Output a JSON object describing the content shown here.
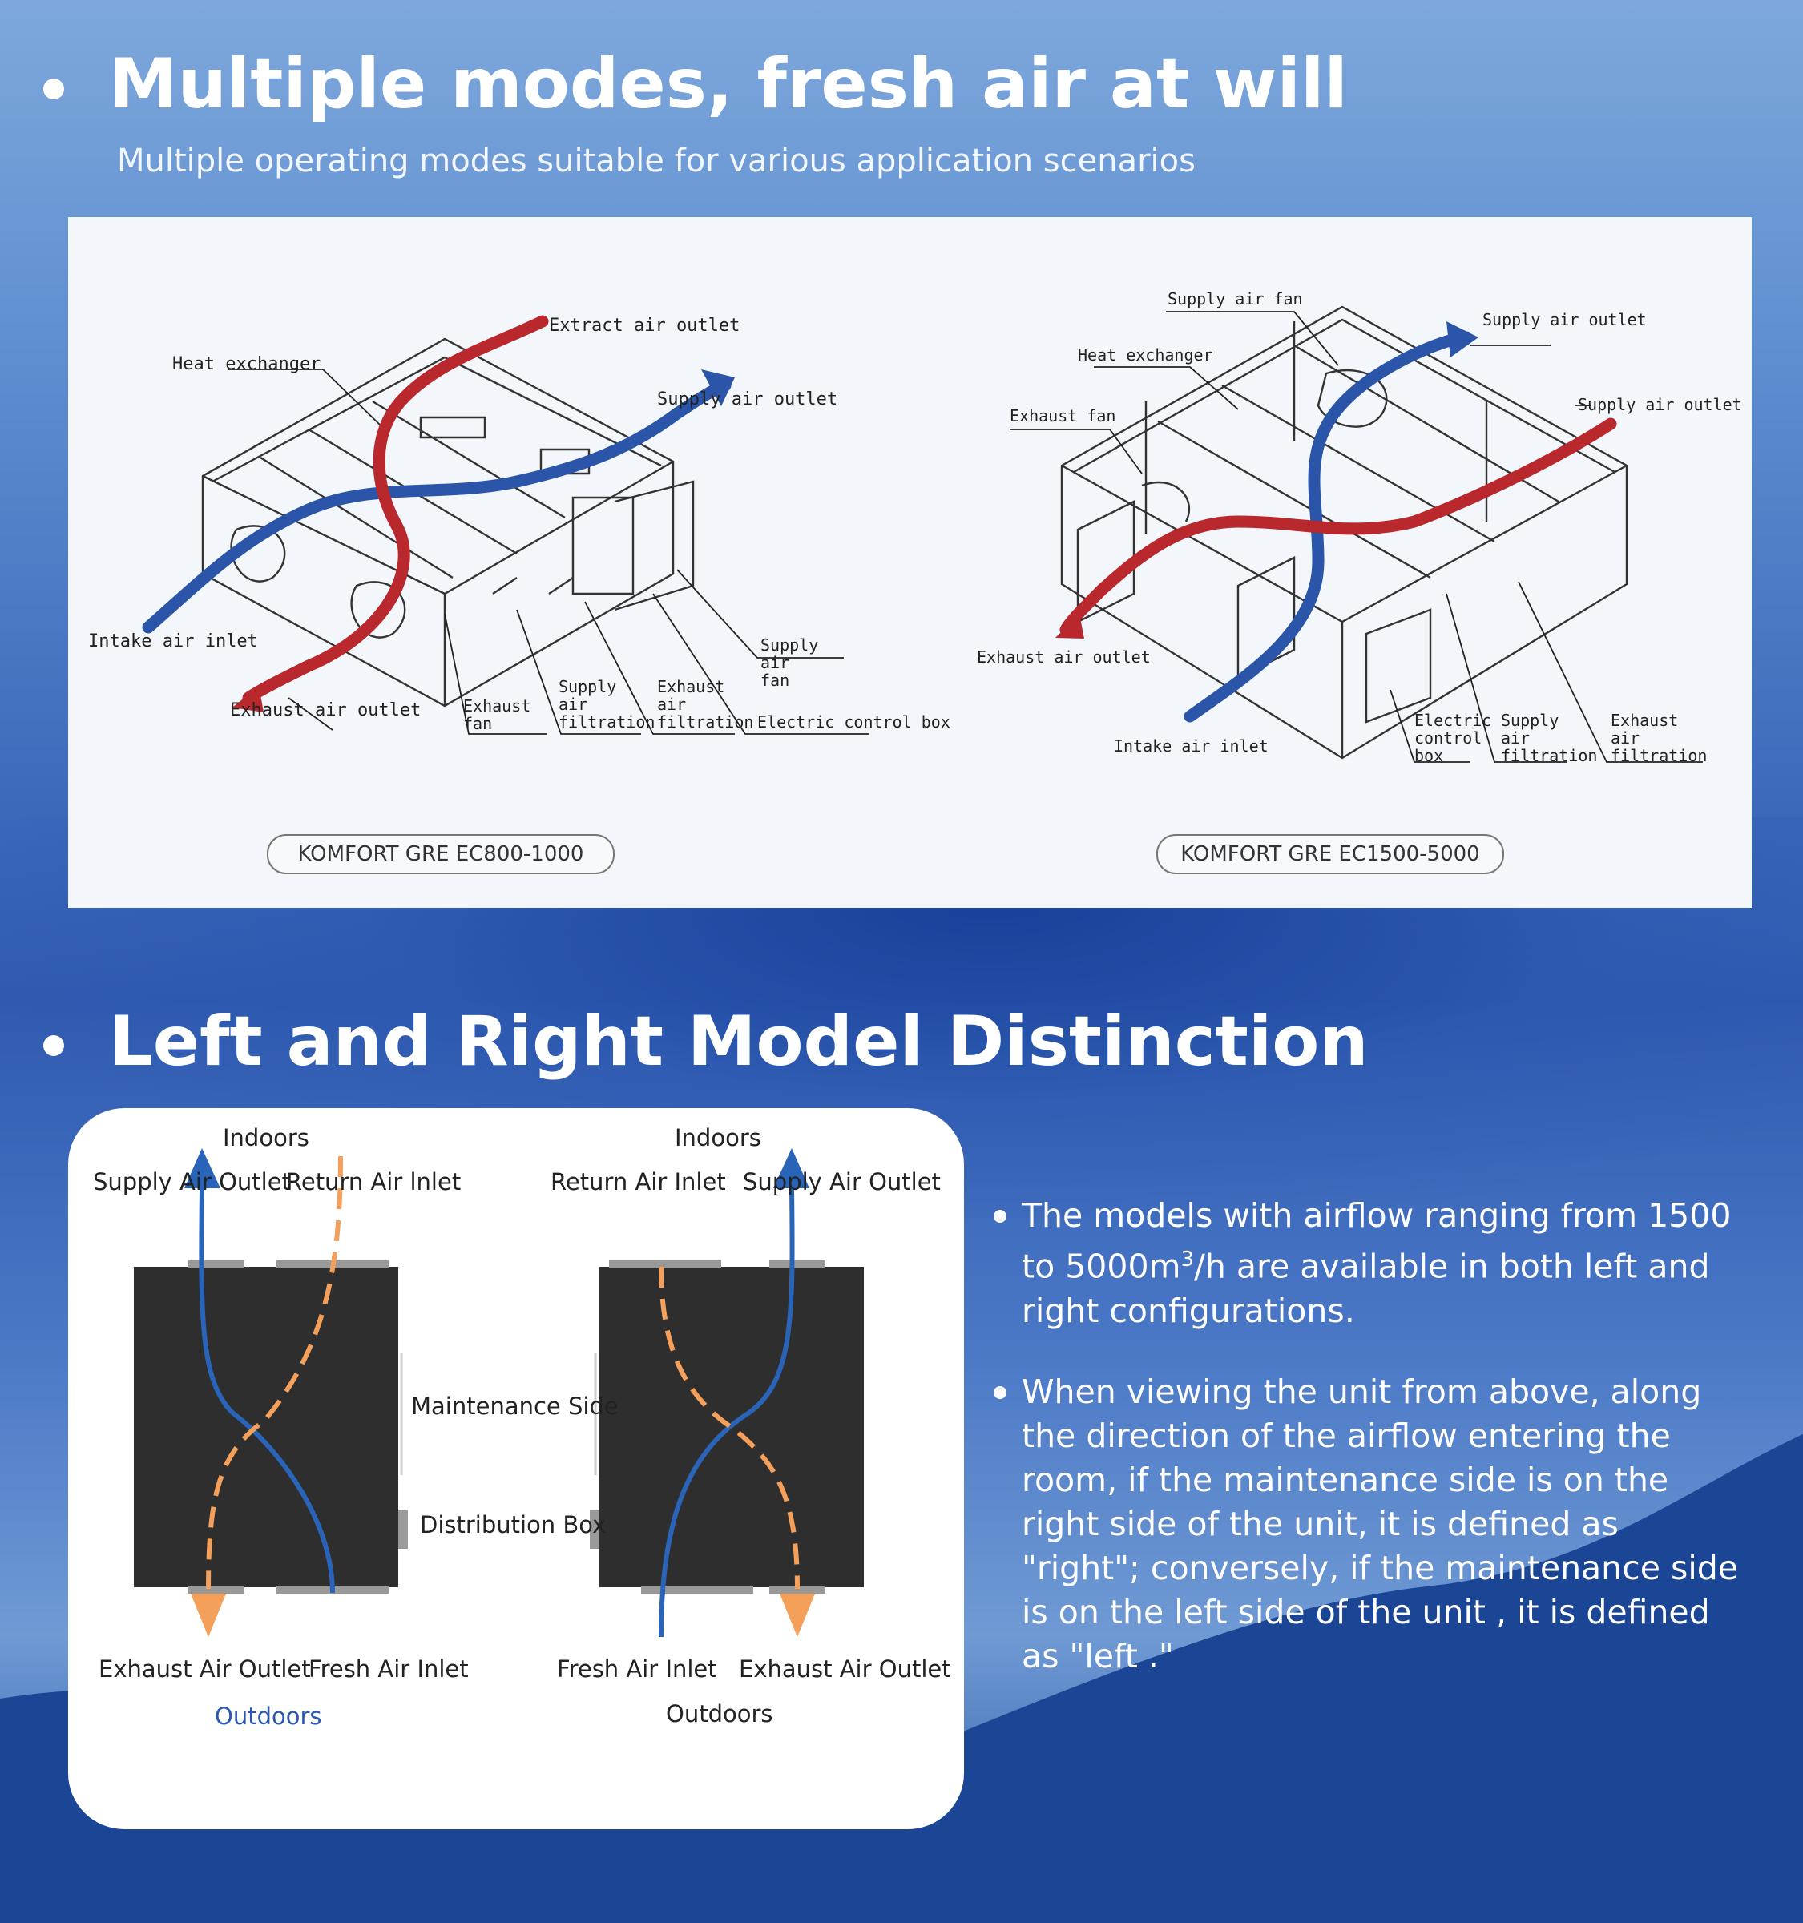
{
  "section1": {
    "title": "Multiple modes, fresh air at will",
    "subtitle": "Multiple operating modes suitable for various application scenarios"
  },
  "diagram_left": {
    "labels": {
      "heat_exchanger": "Heat exchanger",
      "extract_air_outlet": "Extract air outlet",
      "supply_air_outlet": "Supply air outlet",
      "intake_air_inlet": "Intake air inlet",
      "exhaust_air_outlet": "Exhaust air outlet",
      "exhaust_fan_1": "Exhaust",
      "exhaust_fan_2": "fan",
      "supply_air_filtration_1": "Supply",
      "supply_air_filtration_2": "air",
      "supply_air_filtration_3": "filtration",
      "exhaust_air_filtration_1": "Exhaust",
      "exhaust_air_filtration_2": "air",
      "exhaust_air_filtration_3": "filtration",
      "supply_air_fan_1": "Supply",
      "supply_air_fan_2": "air",
      "supply_air_fan_3": "fan",
      "electric_control_box": "Electric control box"
    },
    "model": "KOMFORT GRE EC800-1000"
  },
  "diagram_right": {
    "labels": {
      "supply_air_fan": "Supply air fan",
      "supply_air_outlet_top": "Supply air outlet",
      "heat_exchanger": "Heat exchanger",
      "supply_air_outlet_right": "Supply air outlet",
      "exhaust_fan": "Exhaust fan",
      "exhaust_air_outlet": "Exhaust air outlet",
      "intake_air_inlet": "Intake air inlet",
      "electric_control_box_1": "Electric",
      "electric_control_box_2": "control",
      "electric_control_box_3": "box",
      "supply_air_filtration_1": "Supply",
      "supply_air_filtration_2": "air",
      "supply_air_filtration_3": "filtration",
      "exhaust_air_filtration_1": "Exhaust",
      "exhaust_air_filtration_2": "air",
      "exhaust_air_filtration_3": "filtration"
    },
    "model": "KOMFORT GRE EC1500-5000"
  },
  "section2": {
    "title": "Left and Right Model Distinction"
  },
  "lr_card": {
    "left_unit": {
      "indoors": "Indoors",
      "supply_air_outlet": "Supply Air Outlet",
      "return_air_inlet": "Return Air lnlet",
      "exhaust_air_outlet": "Exhaust Air Outlet",
      "fresh_air_inlet": "Fresh Air Inlet",
      "outdoors": "Outdoors"
    },
    "right_unit": {
      "indoors": "Indoors",
      "return_air_inlet": "Return Air Inlet",
      "supply_air_outlet": "Supply Air Outlet",
      "fresh_air_inlet": "Fresh Air Inlet",
      "exhaust_air_outlet": "Exhaust Air Outlet",
      "outdoors": "Outdoors"
    },
    "maintenance_side": "Maintenance Side",
    "distribution_box": "Distribution Box"
  },
  "description": {
    "para1_pre": "The models with airflow ranging from 1500 to 5000m",
    "para1_sup": "3",
    "para1_post": "/h are available in both left and right configurations.",
    "para2": "When viewing the unit from above, along the direction of the airflow entering the room, if the maintenance side is on the right side of the unit, it is defined as \"right\"; conversely, if the maintenance side is on the left side of the unit , it is defined as \"left .\""
  },
  "colors": {
    "supply_blue": "#2a55a8",
    "extract_red": "#b8282c",
    "orange_dashed": "#f4a05a",
    "wave_dark": "#1b4595"
  }
}
